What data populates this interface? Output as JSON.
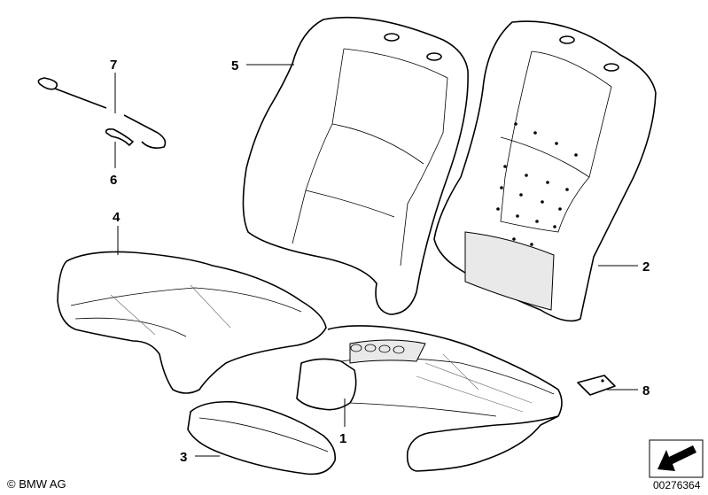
{
  "diagram": {
    "callouts": [
      {
        "id": "1",
        "label": "1"
      },
      {
        "id": "2",
        "label": "2"
      },
      {
        "id": "3",
        "label": "3"
      },
      {
        "id": "4",
        "label": "4"
      },
      {
        "id": "5",
        "label": "5"
      },
      {
        "id": "6",
        "label": "6"
      },
      {
        "id": "7",
        "label": "7"
      },
      {
        "id": "8",
        "label": "8"
      }
    ]
  },
  "footer": {
    "copyright": "© BMW AG",
    "document_number": "00276364"
  },
  "icons": {
    "orientation_arrow": "arrow-southwest-icon"
  }
}
